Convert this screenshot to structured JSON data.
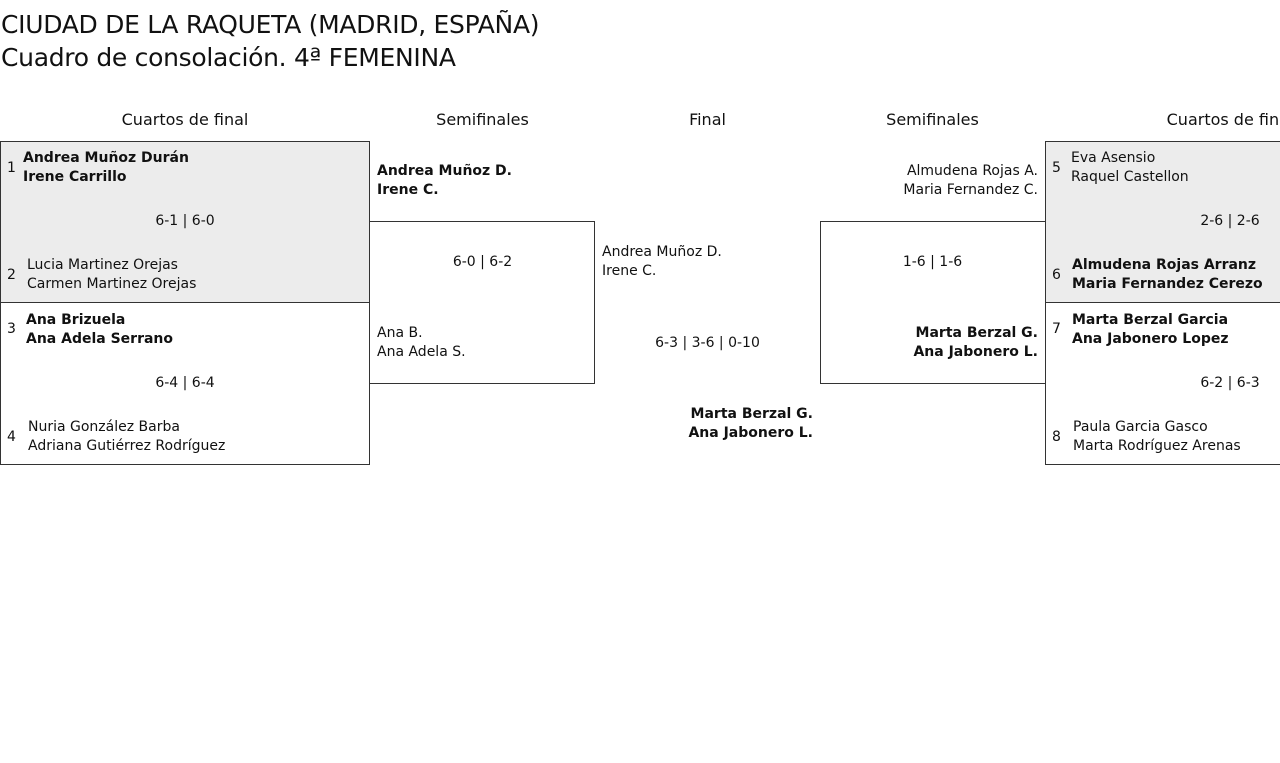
{
  "header": {
    "title": "CIUDAD DE LA RAQUETA (MADRID, ESPAÑA)",
    "subtitle": "Cuadro de consolación. 4ª FEMENINA"
  },
  "rounds": {
    "left_quarter": "Cuartos de final",
    "left_semi": "Semifinales",
    "final": "Final",
    "right_semi": "Semifinales",
    "right_quarter": "Cuartos de final"
  },
  "left_quarters": {
    "m1": {
      "score": "6-1 | 6-0",
      "top": {
        "seed": "1",
        "p1": "Andrea Muñoz Durán",
        "p2": "Irene Carrillo"
      },
      "bottom": {
        "seed": "2",
        "p1": "Lucia Martinez Orejas",
        "p2": "Carmen Martinez Orejas"
      }
    },
    "m2": {
      "score": "6-4 | 6-4",
      "top": {
        "seed": "3",
        "p1": "Ana Brizuela",
        "p2": "Ana Adela Serrano"
      },
      "bottom": {
        "seed": "4",
        "p1": "Nuria González Barba",
        "p2": "Adriana Gutiérrez Rodríguez"
      }
    }
  },
  "left_semi": {
    "score": "6-0 | 6-2",
    "top": {
      "p1": "Andrea Muñoz D.",
      "p2": "Irene C."
    },
    "bottom": {
      "p1": "Ana B.",
      "p2": "Ana Adela S."
    }
  },
  "final": {
    "score": "6-3 | 3-6 | 0-10",
    "top": {
      "p1": "Andrea Muñoz D.",
      "p2": "Irene C."
    },
    "bottom": {
      "p1": "Marta Berzal G.",
      "p2": "Ana Jabonero L."
    }
  },
  "right_semi": {
    "score": "1-6 | 1-6",
    "top": {
      "p1": "Almudena Rojas A.",
      "p2": "Maria Fernandez C."
    },
    "bottom": {
      "p1": "Marta Berzal G.",
      "p2": "Ana Jabonero L."
    }
  },
  "right_quarters": {
    "m1": {
      "score": "2-6 | 2-6",
      "top": {
        "seed": "5",
        "p1": "Eva Asensio",
        "p2": "Raquel Castellon"
      },
      "bottom": {
        "seed": "6",
        "p1": "Almudena Rojas Arranz",
        "p2": "Maria Fernandez Cerezo"
      }
    },
    "m2": {
      "score": "6-2 | 6-3",
      "top": {
        "seed": "7",
        "p1": "Marta Berzal Garcia",
        "p2": "Ana Jabonero Lopez"
      },
      "bottom": {
        "seed": "8",
        "p1": "Paula Garcia Gasco",
        "p2": "Marta Rodríguez Arenas"
      }
    }
  }
}
